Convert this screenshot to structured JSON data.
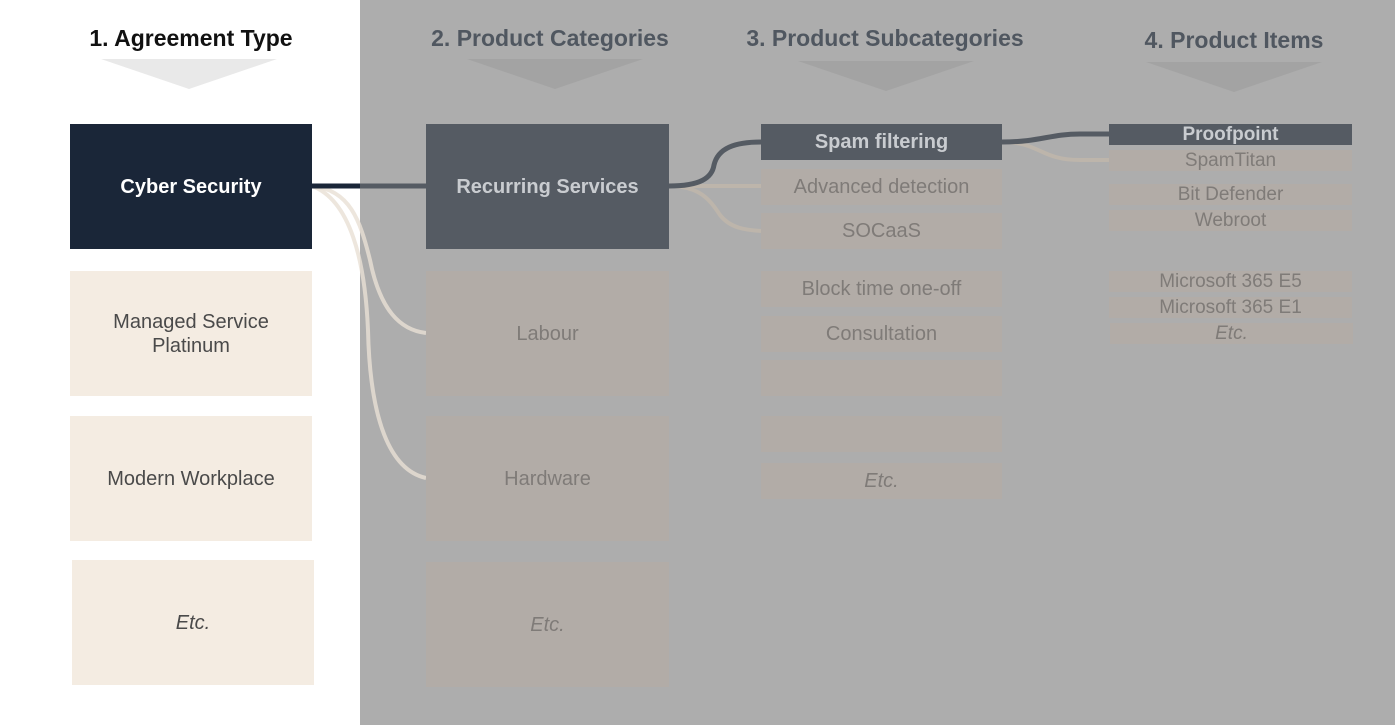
{
  "columns": {
    "c1": "1. Agreement Type",
    "c2": "2. Product Categories",
    "c3": "3. Product Subcategories",
    "c4": "4. Product Items"
  },
  "agreement_types": [
    "Cyber Security",
    "Managed Service Platinum",
    "Modern Workplace",
    "Etc."
  ],
  "product_categories": [
    "Recurring Services",
    "Labour",
    "Hardware",
    "Etc."
  ],
  "product_subcategories": [
    "Spam filtering",
    "Advanced detection",
    "SOCaaS",
    "Block time one-off",
    "Consultation",
    "",
    "",
    "Etc."
  ],
  "product_items": [
    "Proofpoint",
    "SpamTitan",
    "Bit Defender",
    "Webroot",
    "Microsoft 365 E5",
    "Microsoft 365 E1",
    "Etc."
  ],
  "colors": {
    "selected": "#1a2638",
    "cream": "#f4ece2",
    "shade": "#adadad",
    "dim_selected": "#555b63"
  }
}
